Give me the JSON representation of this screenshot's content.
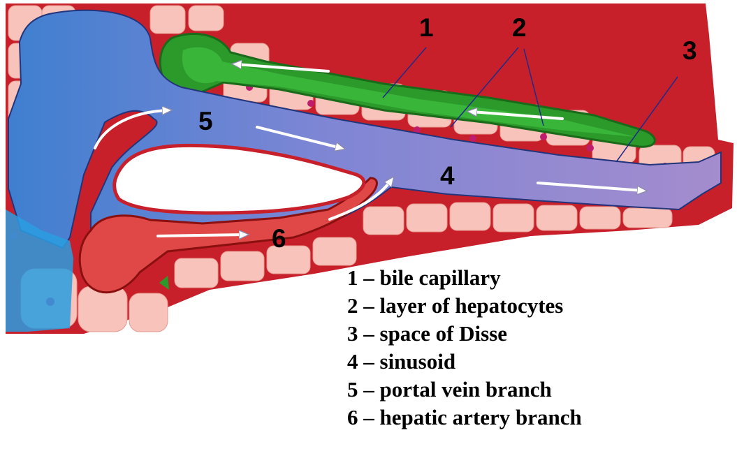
{
  "diagram": {
    "callouts": {
      "bile_capillary": "1",
      "hepatocyte_layer": "2",
      "space_of_disse": "3",
      "sinusoid": "4",
      "portal_vein": "5",
      "hepatic_artery": "6"
    },
    "legend": [
      "1 – bile capillary",
      "2 – layer of hepatocytes",
      "3 – space of Disse",
      "4 – sinusoid",
      "5 – portal vein branch",
      "6 – hepatic artery branch"
    ],
    "colors": {
      "tissue_red": "#c8202a",
      "hepatocyte_pink": "#f7c3bb",
      "nucleus": "#c01c6e",
      "bile_green": "#2b9a2b",
      "portal_blue": "#3f7fd0",
      "sinusoid_purple": "#9a86cf",
      "artery_red": "#e04848"
    }
  }
}
